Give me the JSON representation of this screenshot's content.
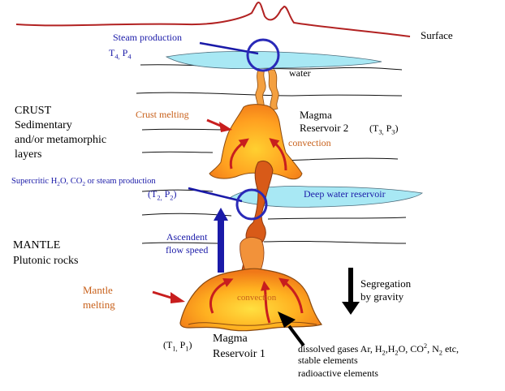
{
  "labels": {
    "surface": "Surface",
    "steam_production": "Steam production",
    "t4p4": {
      "t": "T",
      "t_sub": "4,",
      "p": " P",
      "p_sub": "4"
    },
    "water": "water",
    "crust": [
      "CRUST",
      "Sedimentary",
      "and/or metamorphic",
      "layers"
    ],
    "crust_melting": "Crust melting",
    "magma_reservoir_2": [
      "Magma",
      "Reservoir 2"
    ],
    "t3p3": {
      "open": "(T",
      "t_sub": "3,",
      "p": " P",
      "p_sub": "3",
      "close": ")"
    },
    "convection_upper": "convection",
    "supercritic": {
      "a": "Supercritic H",
      "sub1": "2",
      "b": "O, CO",
      "sub2": "2",
      "c": " or steam production"
    },
    "t2p2": {
      "open": "(T",
      "t_sub": "2,",
      "p": " P",
      "p_sub": "2",
      "close": ")"
    },
    "deep_water_reservoir": "Deep water reservoir",
    "mantle": [
      "MANTLE",
      "Plutonic rocks"
    ],
    "ascendent_flow_speed": [
      "Ascendent",
      "flow speed"
    ],
    "segregation_by_gravity": [
      "Segregation",
      "by gravity"
    ],
    "mantle_melting": [
      "Mantle",
      "melting"
    ],
    "convection_lower": "convection",
    "t1p1": {
      "open": "(T",
      "t_sub": "1,",
      "p": "  P",
      "p_sub": "1",
      "close": ")"
    },
    "magma_reservoir_1": [
      "Magma",
      "Reservoir 1"
    ],
    "dissolved_gases": {
      "a": "dissolved gases Ar, H",
      "sub1": "2",
      "b": ",H",
      "sub2": "2",
      "c": "O, CO",
      "sup": "2",
      "d": ", N",
      "sub3": "2",
      "e": " etc,"
    },
    "stable_elements": "stable elements",
    "radioactive_elements": "radioactive elements"
  },
  "colors": {
    "surface_line": "#b22222",
    "water": "#a8e8f4",
    "magma_outer": "#f07818",
    "magma_inner": "#ffb020",
    "magma_core": "#ffe040",
    "conduit": "#d85a18",
    "arrow_red": "#c81e1e",
    "arrow_blue": "#1a1aa8",
    "label_blue": "#1a1aa8",
    "label_orange": "#c8601a"
  }
}
